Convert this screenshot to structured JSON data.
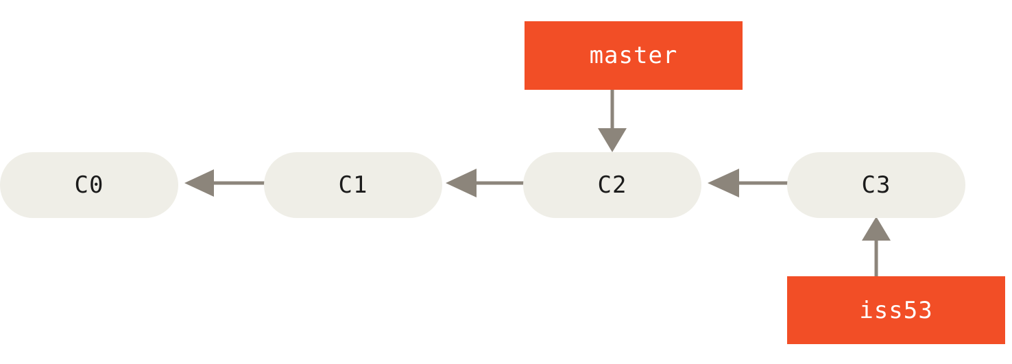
{
  "diagram": {
    "title": "git-branch-history",
    "type": "commit-graph",
    "background_color": "#ffffff",
    "commit_fill": "#efeee7",
    "commit_text_color": "#1b1b1b",
    "branch_fill": "#f24e26",
    "branch_text_color": "#ffffff",
    "edge_color": "#8c857b"
  },
  "commits": [
    {
      "id": "c0",
      "label": "C0"
    },
    {
      "id": "c1",
      "label": "C1"
    },
    {
      "id": "c2",
      "label": "C2"
    },
    {
      "id": "c3",
      "label": "C3"
    }
  ],
  "branches": [
    {
      "id": "master",
      "label": "master",
      "points_to": "C2"
    },
    {
      "id": "iss53",
      "label": "iss53",
      "points_to": "C3"
    }
  ],
  "edges": [
    {
      "from": "C1",
      "to": "C0",
      "direction": "left"
    },
    {
      "from": "C2",
      "to": "C1",
      "direction": "left"
    },
    {
      "from": "C3",
      "to": "C2",
      "direction": "left"
    },
    {
      "from": "master",
      "to": "C2",
      "direction": "down"
    },
    {
      "from": "iss53",
      "to": "C3",
      "direction": "up"
    }
  ]
}
